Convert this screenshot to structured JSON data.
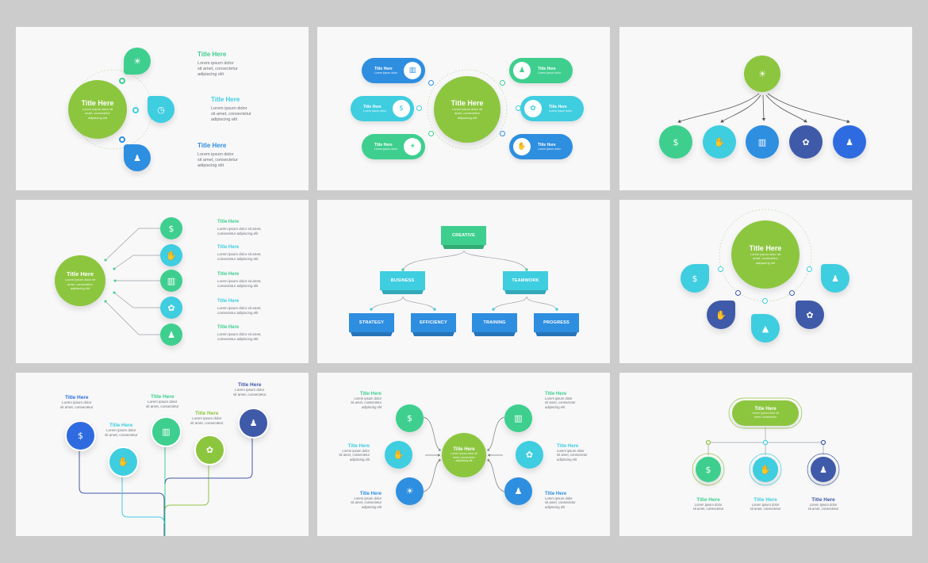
{
  "colors": {
    "green": "#8cc63f",
    "teal": "#3ecf8e",
    "cyan": "#3fcde0",
    "blue": "#2e8ee0",
    "indigo": "#3f5aa8",
    "royal": "#2f6be0",
    "bg": "#f8f8f9"
  },
  "common": {
    "title": "Title Here",
    "body_line1": "Lorem ipsum dolor",
    "body_line2": "sit amet, consectetur",
    "body_line3": "adipiscing elit",
    "body_short1": "Lorem ipsum dolor sit amet,",
    "body_short2": "consectetur adipiscing elit",
    "center_line1": "Lorem ipsum dolor sit",
    "center_line2": "amet, consectetur",
    "center_line3": "adipiscing elit"
  },
  "org": {
    "creative": "CREATIVE",
    "business": "BUSINESS",
    "teamwork": "TEAMWORK",
    "strategy": "STRATEGY",
    "efficiency": "EFFICIENCY",
    "training": "TRAINING",
    "progress": "PROGRESS"
  },
  "icons": [
    "idea-icon",
    "clock-icon",
    "people-icon",
    "dollar-hand-icon",
    "handshake-icon",
    "chart-icon",
    "brain-icon",
    "growth-icon"
  ]
}
